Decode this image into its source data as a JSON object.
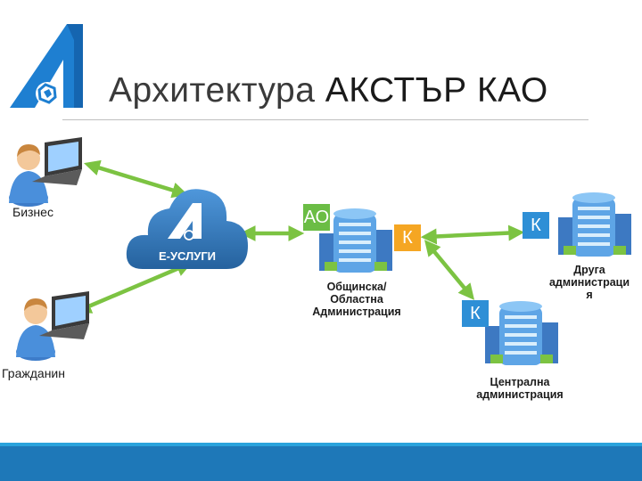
{
  "slide": {
    "title_light": "Архитектура ",
    "title_bold": "АКСТЪР КАО"
  },
  "nodes": {
    "business": "Бизнес",
    "citizen": "Гражданин",
    "cloud": "Е-УСЛУГИ",
    "municipal": [
      "Общинска/",
      "Областна",
      "Администрация"
    ],
    "other": [
      "Друга",
      "администраци",
      "я"
    ],
    "central": [
      "Централна",
      "администрация"
    ]
  },
  "badges": {
    "ao": "АО",
    "k1": "К",
    "k2": "К",
    "k3": "К"
  },
  "colors": {
    "arrow": "#7cc342",
    "badge_green": "#6bbd45",
    "badge_orange": "#f5a623",
    "badge_blue": "#2e8fd6",
    "cloud": "#2f74b5",
    "footer": "#1e78b8"
  },
  "icons": [
    "logo-icon",
    "user-laptop-icon",
    "cloud-icon",
    "building-icon"
  ]
}
